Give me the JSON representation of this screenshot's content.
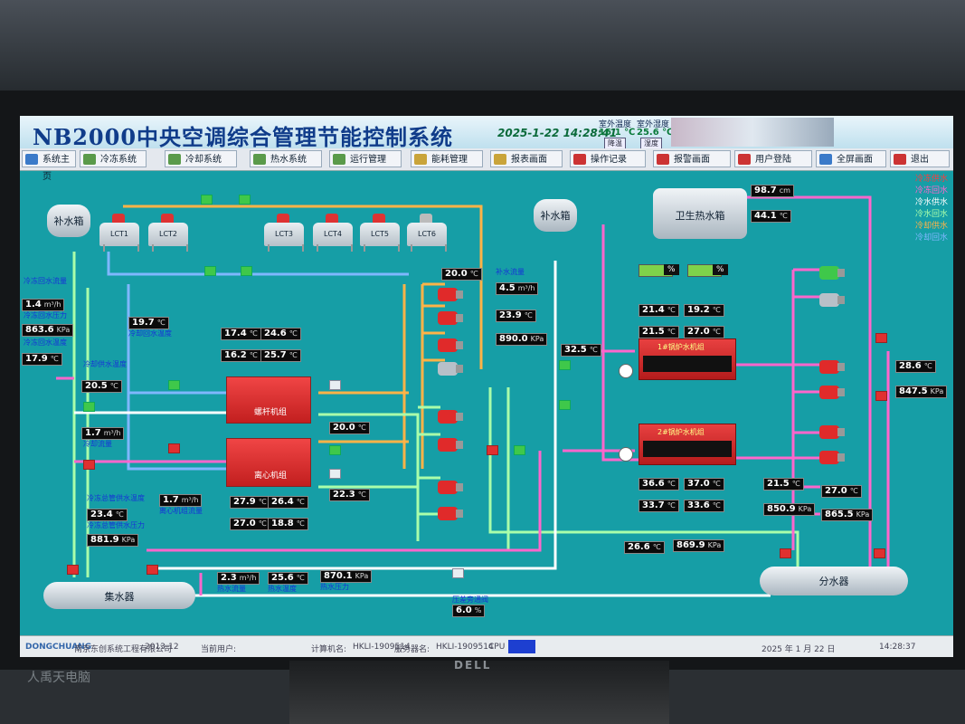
{
  "app": {
    "title": "NB2000中央空调综合管理节能控制系统",
    "datetime": "2025-1-22 14:28:41"
  },
  "weather": {
    "dry_label": "室外温度",
    "wet_label": "室外湿度",
    "dry_value": "16.1",
    "dry_unit": "℃",
    "wet_value": "25.6",
    "wet_unit": "℃",
    "btn1": "降温",
    "btn2": "湿度"
  },
  "nav": [
    {
      "label": "系统主页"
    },
    {
      "label": "冷冻系统"
    },
    {
      "label": "冷却系统"
    },
    {
      "label": "热水系统"
    },
    {
      "label": "运行管理"
    },
    {
      "label": "能耗管理"
    },
    {
      "label": "报表画面"
    },
    {
      "label": "操作记录"
    },
    {
      "label": "报警画面"
    },
    {
      "label": "用户登陆"
    },
    {
      "label": "全屏画面"
    },
    {
      "label": "退出"
    }
  ],
  "legend": [
    {
      "label": "冷冻供水",
      "color": "#ff3b3b"
    },
    {
      "label": "冷冻回水",
      "color": "#ff66cc"
    },
    {
      "label": "冷水供水",
      "color": "#ffffff"
    },
    {
      "label": "冷水回水",
      "color": "#aaffaa"
    },
    {
      "label": "冷却供水",
      "color": "#ffb347"
    },
    {
      "label": "冷却回水",
      "color": "#7fb7ff"
    }
  ],
  "tanks": {
    "makeup1": "补水箱",
    "makeup2": "补水箱",
    "hotwater": "卫生热水箱",
    "collector": "集水器",
    "distributor": "分水器"
  },
  "towers": [
    "LCT1",
    "LCT2",
    "LCT3",
    "LCT4",
    "LCT5",
    "LCT6"
  ],
  "chillers": {
    "c1": "螺杆机组",
    "c2": "离心机组"
  },
  "boilers": {
    "b1": "1#锅炉水机组",
    "b2": "2#锅炉水机组"
  },
  "readings": {
    "left_q1": {
      "label": "冷冻回水流量",
      "value": "1.4",
      "unit": "m³/h"
    },
    "left_p1": {
      "label": "冷冻回水压力",
      "value": "863.6",
      "unit": "KPa"
    },
    "left_t1": {
      "label": "冷冻回水温度",
      "value": "17.9",
      "unit": "℃"
    },
    "cw_t": {
      "label": "冷却回水温度",
      "value": "19.7",
      "unit": "℃"
    },
    "mid_t": {
      "label": "冷却供水温度",
      "value": "20.5",
      "unit": "℃"
    },
    "mid_q": {
      "label": "冷却流量",
      "value": "1.7",
      "unit": "m³/h"
    },
    "c1_a": {
      "value": "17.4",
      "unit": "℃"
    },
    "c1_b": {
      "value": "24.6",
      "unit": "℃"
    },
    "c1_c": {
      "value": "16.2",
      "unit": "℃"
    },
    "c1_d": {
      "value": "25.7",
      "unit": "℃"
    },
    "c2_q": {
      "label": "离心机组流量",
      "value": "1.7",
      "unit": "m³/h"
    },
    "c2_a": {
      "value": "27.9",
      "unit": "℃"
    },
    "c2_b": {
      "value": "26.4",
      "unit": "℃"
    },
    "c2_c": {
      "value": "27.0",
      "unit": "℃"
    },
    "c2_d": {
      "value": "18.8",
      "unit": "℃"
    },
    "sup_t": {
      "label": "冷冻总管供水温度",
      "value": "23.4",
      "unit": "℃"
    },
    "sup_p": {
      "label": "冷冻总管供水压力",
      "value": "881.9",
      "unit": "KPa"
    },
    "t4": {
      "value": "20.0",
      "unit": "℃"
    },
    "t5": {
      "value": "22.3",
      "unit": "℃"
    },
    "top_t": {
      "value": "20.0",
      "unit": "℃"
    },
    "flow_r": {
      "label": "补水流量",
      "value": "4.5",
      "unit": "m³/h"
    },
    "temp_r": {
      "value": "23.9",
      "unit": "℃"
    },
    "press_r": {
      "value": "890.0",
      "unit": "KPa"
    },
    "hw_t": {
      "value": "32.5",
      "unit": "℃"
    },
    "level": {
      "value": "98.7",
      "unit": "cm"
    },
    "tank_t": {
      "value": "44.1",
      "unit": "℃"
    },
    "b1_a": {
      "value": "21.4",
      "unit": "℃"
    },
    "b1_b": {
      "value": "19.2",
      "unit": "℃"
    },
    "b1_c": {
      "value": "21.5",
      "unit": "℃"
    },
    "b1_d": {
      "value": "27.0",
      "unit": "℃"
    },
    "b2_a": {
      "value": "36.6",
      "unit": "℃"
    },
    "b2_b": {
      "value": "37.0",
      "unit": "℃"
    },
    "b2_c": {
      "value": "33.7",
      "unit": "℃"
    },
    "b2_d": {
      "value": "33.6",
      "unit": "℃"
    },
    "r_t1": {
      "value": "28.6",
      "unit": "℃"
    },
    "r_p1": {
      "value": "847.5",
      "unit": "KPa"
    },
    "d_t1": {
      "value": "21.5",
      "unit": "℃"
    },
    "d_p1": {
      "value": "850.9",
      "unit": "KPa"
    },
    "d_t2": {
      "value": "27.0",
      "unit": "℃"
    },
    "d_p2": {
      "value": "865.5",
      "unit": "KPa"
    },
    "bot_t": {
      "value": "26.6",
      "unit": "℃"
    },
    "bot_p": {
      "value": "869.9",
      "unit": "KPa"
    },
    "col_q": {
      "label": "热水流量",
      "value": "2.3",
      "unit": "m³/h"
    },
    "col_t": {
      "label": "热水温度",
      "value": "25.6",
      "unit": "℃"
    },
    "col_p": {
      "label": "热水压力",
      "value": "870.1",
      "unit": "KPa"
    },
    "bypass": {
      "label": "压差旁通阀",
      "value": "6.0",
      "unit": "%"
    }
  },
  "percent": {
    "p1": "%",
    "p2": "%"
  },
  "status": {
    "company": "南京东创系统工程有限公司",
    "year": "2013-12",
    "user_label": "当前用户:",
    "host_label": "计算机名:",
    "host": "HKLI-1909514",
    "server_label": "服务器名:",
    "server": "HKLI-1909514",
    "cpu_label": "CPU",
    "date": "2025 年   1   月   22   日",
    "time": "14:28:37"
  }
}
